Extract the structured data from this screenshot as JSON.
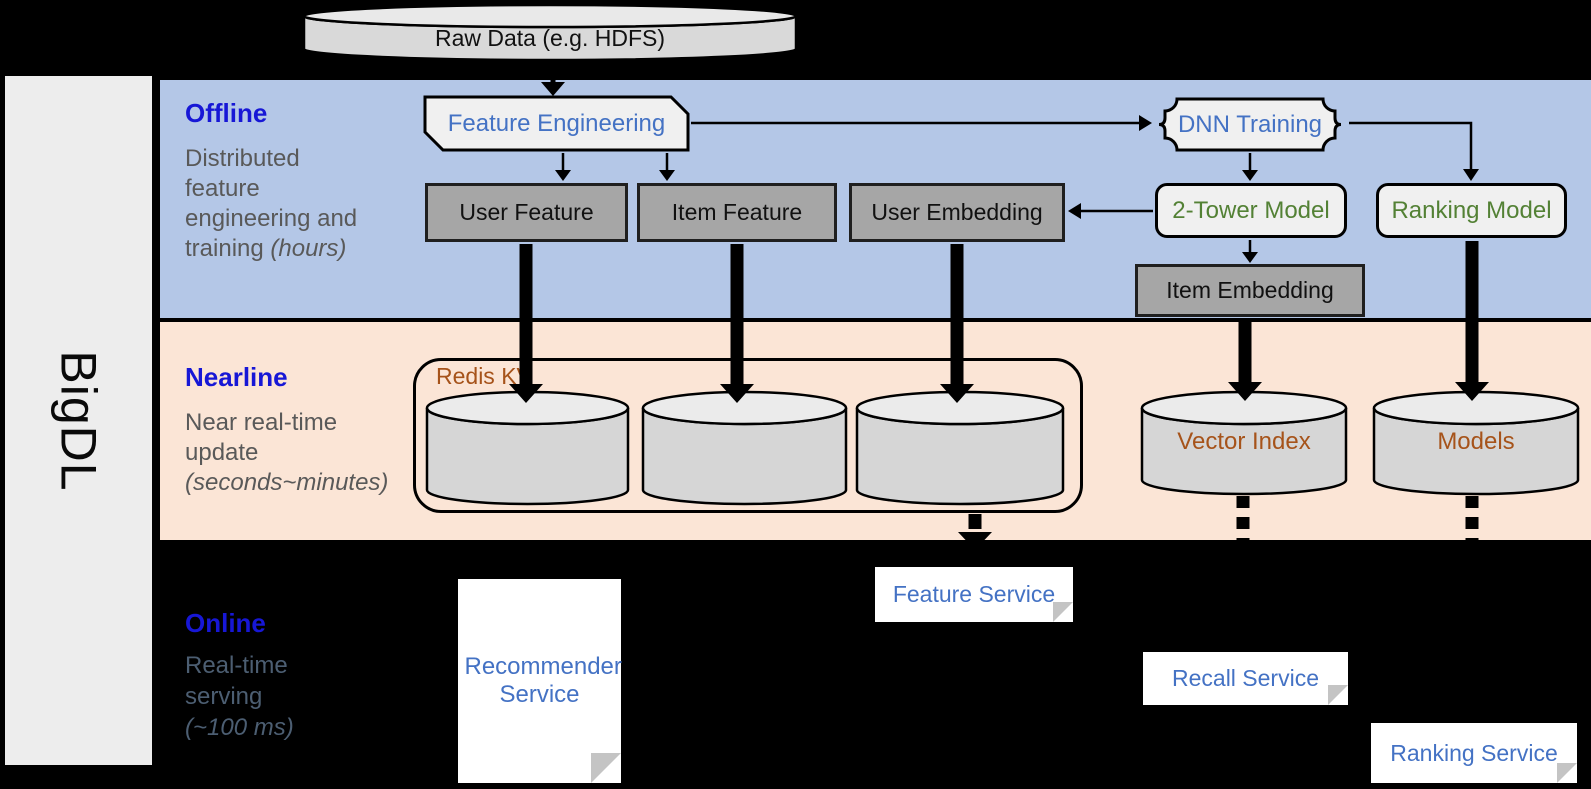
{
  "sidebar": {
    "label": "BigDL"
  },
  "bands": {
    "offline": {
      "label": "Offline",
      "desc_lines": [
        "Distributed",
        "feature",
        "engineering and"
      ],
      "desc_tail": "training ",
      "desc_tail_italic": "(hours)"
    },
    "nearline": {
      "label": "Nearline",
      "desc_lines": [
        "Near real-time",
        "update"
      ],
      "desc_tail_italic": "(seconds~minutes)"
    },
    "online": {
      "label": "Online",
      "desc_lines": [
        "Real-time",
        "serving"
      ],
      "desc_tail_italic": "(~100 ms)"
    }
  },
  "nodes": {
    "raw_data": "Raw Data (e.g. HDFS)",
    "feature_engineering": "Feature Engineering",
    "dnn_training": "DNN Training",
    "user_feature": "User Feature",
    "item_feature": "Item Feature",
    "user_embedding": "User Embedding",
    "two_tower_model": "2-Tower Model",
    "ranking_model": "Ranking Model",
    "item_embedding": "Item Embedding",
    "redis_kv": "Redis KV",
    "vector_index": "Vector Index",
    "models": "Models",
    "recommender_service": "Recommender Service",
    "feature_service": "Feature Service",
    "recall_service": "Recall Service",
    "ranking_service": "Ranking Service"
  },
  "colors": {
    "background": "#000000",
    "sidebar_bg": "#EDEDED",
    "offline_band": "#B4C7E7",
    "nearline_band": "#FBE5D6",
    "heading_blue": "#1717D6",
    "body_gray": "#595959",
    "online_body_gray": "#4C5E72",
    "node_blue_text": "#4472C4",
    "node_green_text": "#538135",
    "storage_brown_text": "#A6531A",
    "gray_box_fill": "#A6A6A6",
    "light_box_fill": "#F0F0F0",
    "cylinder_fill": "#D9D9D9",
    "service_box_fill": "#FFFFFF"
  }
}
